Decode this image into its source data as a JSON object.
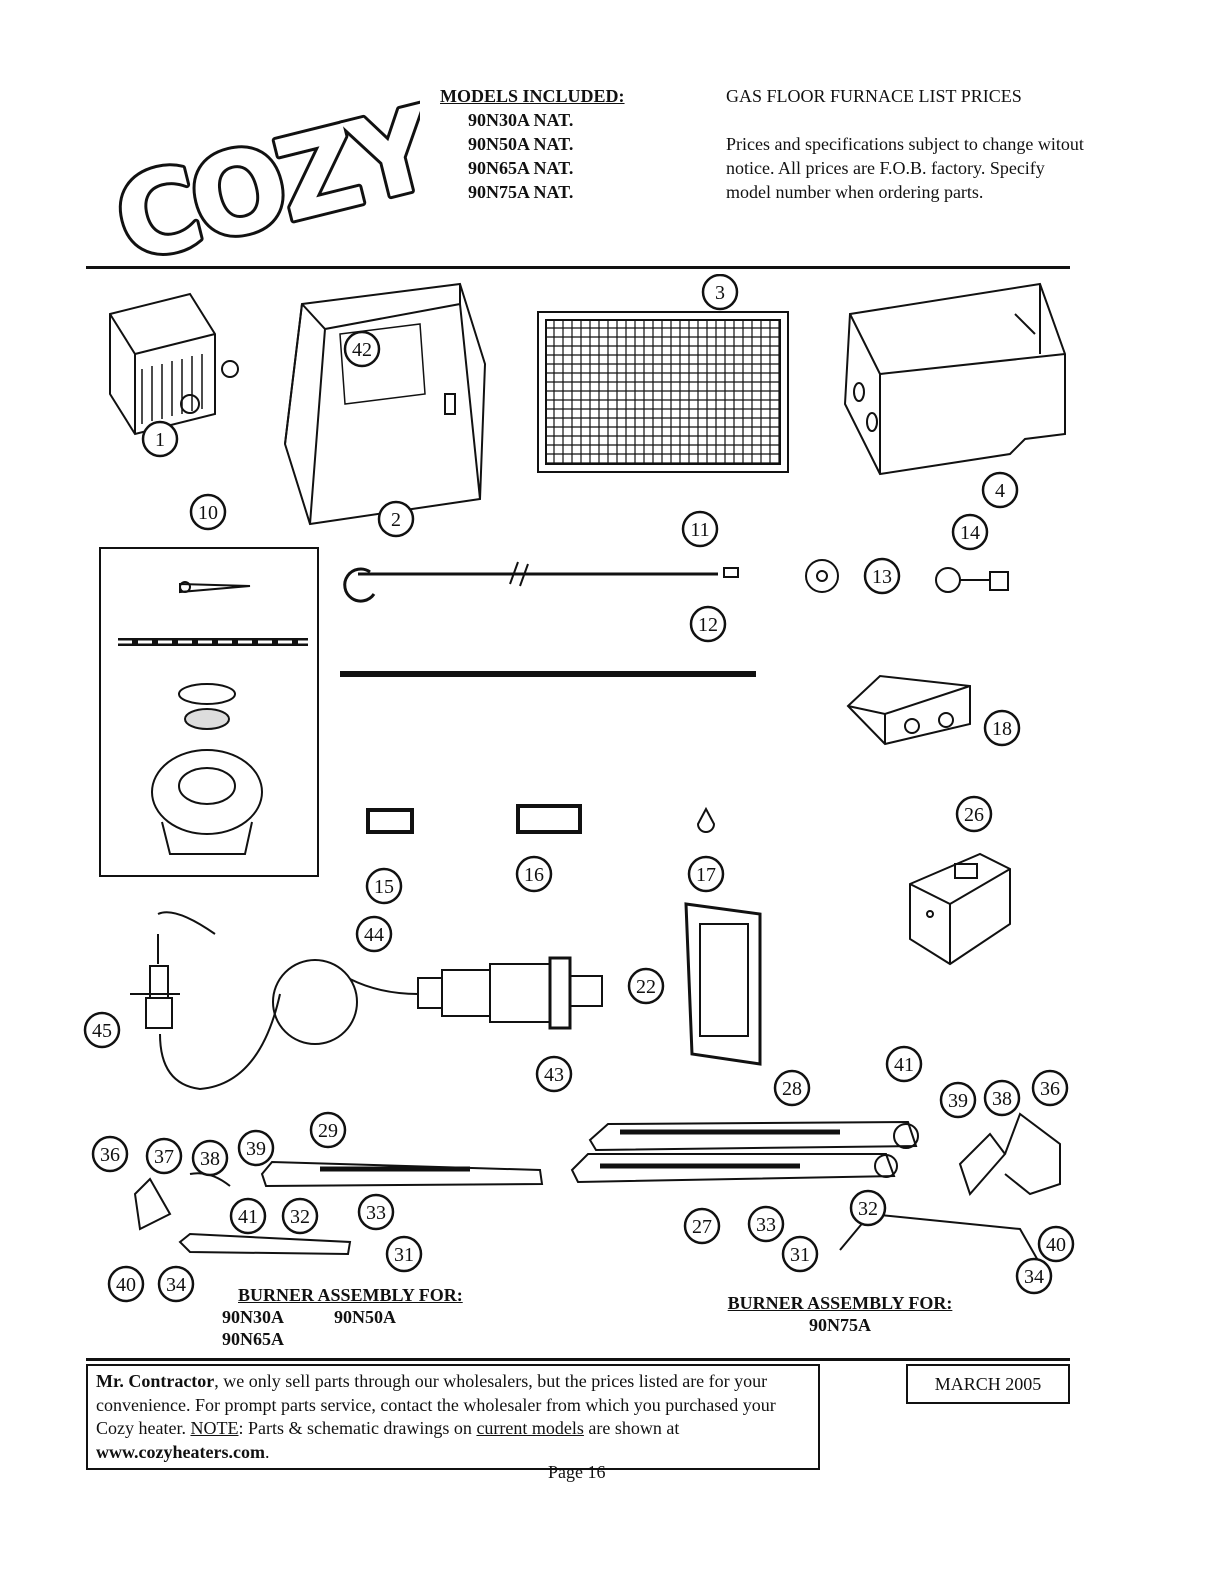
{
  "logo": {
    "text": "COZY"
  },
  "models": {
    "heading": "MODELS INCLUDED:",
    "items": [
      "90N30A NAT.",
      "90N50A NAT.",
      "90N65A NAT.",
      "90N75A NAT."
    ]
  },
  "prices": {
    "title": "GAS FLOOR FURNACE LIST PRICES",
    "note": "Prices and specifications subject to change witout notice.  All prices are F.O.B. factory.  Specify model number when ordering parts."
  },
  "part_numbers": [
    "1",
    "2",
    "3",
    "4",
    "10",
    "11",
    "12",
    "13",
    "14",
    "15",
    "16",
    "17",
    "18",
    "22",
    "26",
    "27",
    "28",
    "29",
    "31",
    "32",
    "33",
    "34",
    "36",
    "37",
    "38",
    "39",
    "40",
    "41",
    "42",
    "43",
    "44",
    "45"
  ],
  "burner_left": {
    "title": "BURNER ASSEMBLY FOR:",
    "models": [
      "90N30A",
      "90N50A",
      "90N65A"
    ]
  },
  "burner_right": {
    "title": "BURNER ASSEMBLY FOR:",
    "models": [
      "90N75A"
    ]
  },
  "notice": {
    "lead": "Mr. Contractor",
    "text1": ", we only sell parts through our wholesalers, but the prices listed are for your convenience.  For prompt parts service, contact the wholesaler from which you purchased your Cozy heater.  ",
    "note_label": "NOTE",
    "text2": ":  Parts & schematic drawings on ",
    "current_models": "current models",
    "text3": " are shown at ",
    "url": "www.cozyheaters.com",
    "end": "."
  },
  "date": "MARCH 2005",
  "page": "Page 16"
}
